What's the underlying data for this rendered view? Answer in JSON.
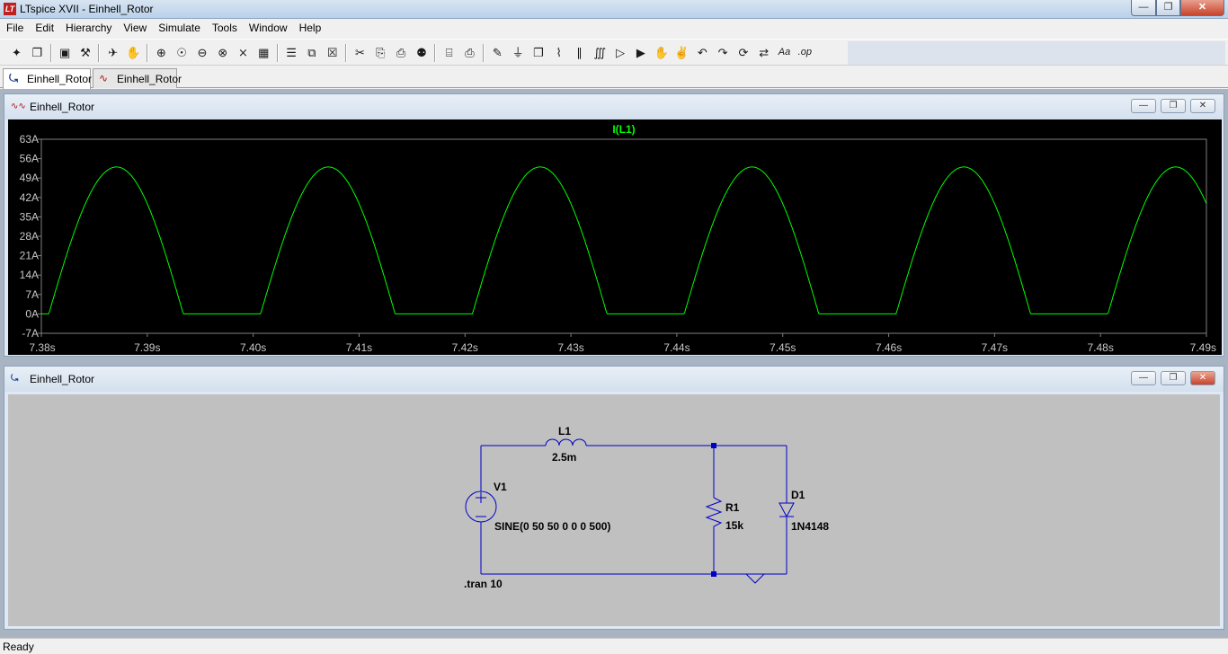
{
  "window": {
    "title": "LTspice XVII - Einhell_Rotor",
    "app_icon_text": "LT"
  },
  "menu": [
    "File",
    "Edit",
    "Hierarchy",
    "View",
    "Simulate",
    "Tools",
    "Window",
    "Help"
  ],
  "toolbar": {
    "icons": [
      "new-schematic-icon",
      "open-icon",
      "save-icon",
      "control-panel-icon",
      "run-icon",
      "halt-icon",
      "zoom-in-icon",
      "zoom-pan-icon",
      "zoom-out-icon",
      "zoom-cancel-icon",
      "autorange-icon",
      "grid-icon",
      "tile-horizontal-icon",
      "cascade-icon",
      "close-window-icon",
      "cut-icon",
      "copy-icon",
      "paste-icon",
      "find-icon",
      "print-setup-icon",
      "print-icon",
      "wire-icon",
      "ground-icon",
      "label-net-icon",
      "resistor-icon",
      "capacitor-icon",
      "inductor-icon",
      "diode-icon",
      "component-icon",
      "move-icon",
      "drag-icon",
      "undo-icon",
      "redo-icon",
      "rotate-icon",
      "mirror-icon",
      "text-icon",
      "spice-directive-icon"
    ]
  },
  "tabs": [
    {
      "label": "Einhell_Rotor",
      "icon": "schematic-icon",
      "active": true
    },
    {
      "label": "Einhell_Rotor",
      "icon": "waveform-icon",
      "active": false
    }
  ],
  "waveform_window": {
    "title": "Einhell_Rotor",
    "trace_label": "I(L1)",
    "trace_color": "#00ff00"
  },
  "chart_data": {
    "type": "line",
    "title": "",
    "series": [
      {
        "name": "I(L1)",
        "color": "#00ff00"
      }
    ],
    "xlim": [
      7.38,
      7.49
    ],
    "ylim": [
      -7,
      63
    ],
    "x_ticks": [
      "7.38s",
      "7.39s",
      "7.40s",
      "7.41s",
      "7.42s",
      "7.43s",
      "7.44s",
      "7.45s",
      "7.46s",
      "7.47s",
      "7.48s",
      "7.49s"
    ],
    "y_ticks": [
      "63A",
      "56A",
      "49A",
      "42A",
      "35A",
      "28A",
      "21A",
      "14A",
      "7A",
      "0A",
      "-7A"
    ],
    "period": 0.02,
    "peak": 53,
    "peak_times": [
      7.3871,
      7.4071,
      7.4271,
      7.4471,
      7.4671,
      7.4871
    ],
    "zero_start_times": [
      7.3934,
      7.4134,
      7.4334,
      7.4534,
      7.4734
    ],
    "rise_start_times": [
      7.3807,
      7.4007,
      7.4207,
      7.4407,
      7.4607,
      7.4807
    ],
    "background": "#000000",
    "grid_color": "#808080"
  },
  "schematic_window": {
    "title": "Einhell_Rotor",
    "wire_color": "#0000c8",
    "components": {
      "L1": {
        "name": "L1",
        "value": "2.5m"
      },
      "V1": {
        "name": "V1",
        "value": "SINE(0 50 50 0 0 0 500)"
      },
      "R1": {
        "name": "R1",
        "value": "15k"
      },
      "D1": {
        "name": "D1",
        "value": "1N4148"
      }
    },
    "directive": ".tran 10"
  },
  "status": "Ready"
}
